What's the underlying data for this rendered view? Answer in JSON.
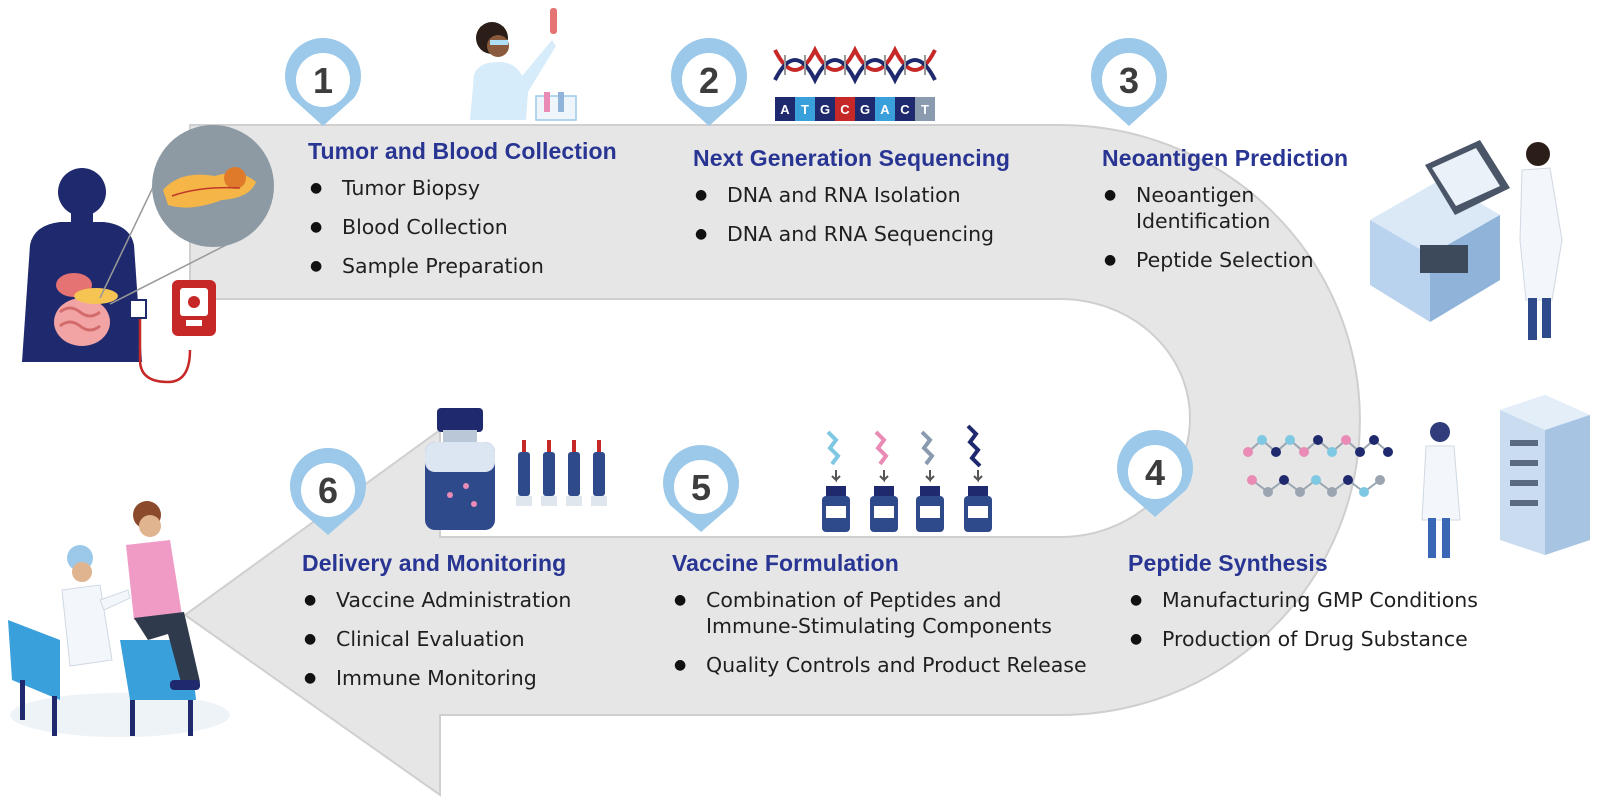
{
  "steps": [
    {
      "number": "1",
      "title": "Tumor and Blood Collection",
      "items": [
        "Tumor Biopsy",
        "Blood Collection",
        "Sample Preparation"
      ]
    },
    {
      "number": "2",
      "title": "Next Generation Sequencing",
      "items": [
        "DNA and RNA Isolation",
        "DNA and RNA Sequencing"
      ]
    },
    {
      "number": "3",
      "title": "Neoantigen Prediction",
      "items": [
        "Neoantigen Identification",
        "Peptide Selection"
      ]
    },
    {
      "number": "4",
      "title": "Peptide Synthesis",
      "items": [
        "Manufacturing GMP Conditions",
        "Production of Drug Substance"
      ]
    },
    {
      "number": "5",
      "title": "Vaccine Formulation",
      "items": [
        "Combination of Peptides and Immune-Stimulating Components",
        "Quality Controls and Product Release"
      ]
    },
    {
      "number": "6",
      "title": "Delivery and Monitoring",
      "items": [
        "Vaccine Administration",
        "Clinical Evaluation",
        "Immune Monitoring"
      ]
    }
  ],
  "dna_letters": [
    "A",
    "T",
    "G",
    "C",
    "G",
    "A",
    "C",
    "T"
  ],
  "colors": {
    "title": "#283593",
    "arrow": "#e6e6e6",
    "arrow_edge": "#cfcfcf",
    "badge": "#9cc9ea",
    "navy": "#1f2a6e",
    "blood": "#c62828",
    "pink": "#e98bb5"
  },
  "icons": [
    "human-body-icon",
    "pancreas-icon",
    "blood-bag-icon",
    "scientist-icon",
    "dna-helix-icon",
    "lab-machine-icon",
    "peptide-chain-icon",
    "synthesizer-icon",
    "vial-icon",
    "syringe-icon",
    "patient-vaccination-icon"
  ]
}
